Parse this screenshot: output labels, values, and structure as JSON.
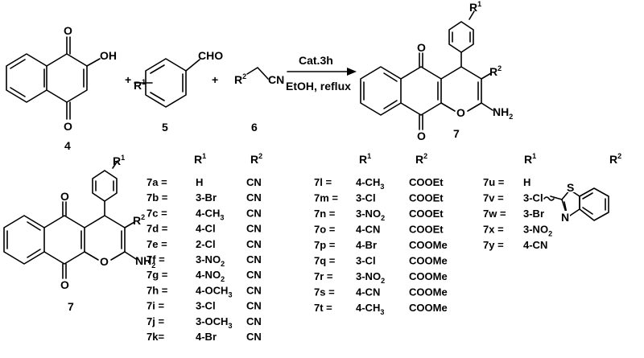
{
  "scheme": {
    "reactant_4": "4",
    "reactant_5": "5",
    "reactant_6": "6",
    "product_7": "7",
    "plus": "+",
    "atoms": {
      "o": "O",
      "oh": "OH",
      "cho": "CHO",
      "cn": "CN",
      "nh2": "NH",
      "nh2_sub": "2",
      "r": "R",
      "sup1": "1",
      "sup2": "2",
      "s": "S",
      "n": "N"
    },
    "conditions_top": "Cat.3h",
    "conditions_bottom": "EtOH, reflux"
  },
  "table": {
    "col1": {
      "h_r1": "R",
      "h_r2": "R",
      "rows": [
        {
          "id": "7a =",
          "r1": "H",
          "r2": "CN"
        },
        {
          "id": "7b =",
          "r1": "3-Br",
          "r2": "CN"
        },
        {
          "id": "7c =",
          "r1": "4-CH",
          "r1_sub": "3",
          "r2": "CN"
        },
        {
          "id": "7d =",
          "r1": "4-Cl",
          "r2": "CN"
        },
        {
          "id": "7e =",
          "r1": "2-Cl",
          "r2": "CN"
        },
        {
          "id": "7f =",
          "r1": "3-NO",
          "r1_sub": "2",
          "r2": "CN"
        },
        {
          "id": "7g =",
          "r1": "4-NO",
          "r1_sub": "2",
          "r2": "CN"
        },
        {
          "id": "7h =",
          "r1": "4-OCH",
          "r1_sub": "3",
          "r2": "CN"
        },
        {
          "id": "7i =",
          "r1": "3-Cl",
          "r2": "CN"
        },
        {
          "id": "7j =",
          "r1": "3-OCH",
          "r1_sub": "3",
          "r2": "CN"
        },
        {
          "id": "7k=",
          "r1": "4-Br",
          "r2": "CN"
        }
      ]
    },
    "col2": {
      "rows": [
        {
          "id": "7l =",
          "r1": "4-CH",
          "r1_sub": "3",
          "r2": "COOEt"
        },
        {
          "id": "7m =",
          "r1": "3-Cl",
          "r2": "COOEt"
        },
        {
          "id": "7n =",
          "r1": "3-NO",
          "r1_sub": "2",
          "r2": "COOEt"
        },
        {
          "id": "7o =",
          "r1": "4-CN",
          "r2": "COOEt"
        },
        {
          "id": "7p =",
          "r1": "4-Br",
          "r2": "COOMe"
        },
        {
          "id": "7q =",
          "r1": "3-Cl",
          "r2": "COOMe"
        },
        {
          "id": "7r =",
          "r1": "3-NO",
          "r1_sub": "2",
          "r2": "COOMe"
        },
        {
          "id": "7s =",
          "r1": "4-CN",
          "r2": "COOMe"
        },
        {
          "id": "7t =",
          "r1": "4-CH",
          "r1_sub": "3",
          "r2": "COOMe"
        }
      ]
    },
    "col3": {
      "rows": [
        {
          "id": "7u =",
          "r1": "H"
        },
        {
          "id": "7v =",
          "r1": "3-Cl"
        },
        {
          "id": "7w =",
          "r1": "3-Br"
        },
        {
          "id": "7x =",
          "r1": "3-NO",
          "r1_sub": "2"
        },
        {
          "id": "7y =",
          "r1": "4-CN"
        }
      ]
    }
  }
}
